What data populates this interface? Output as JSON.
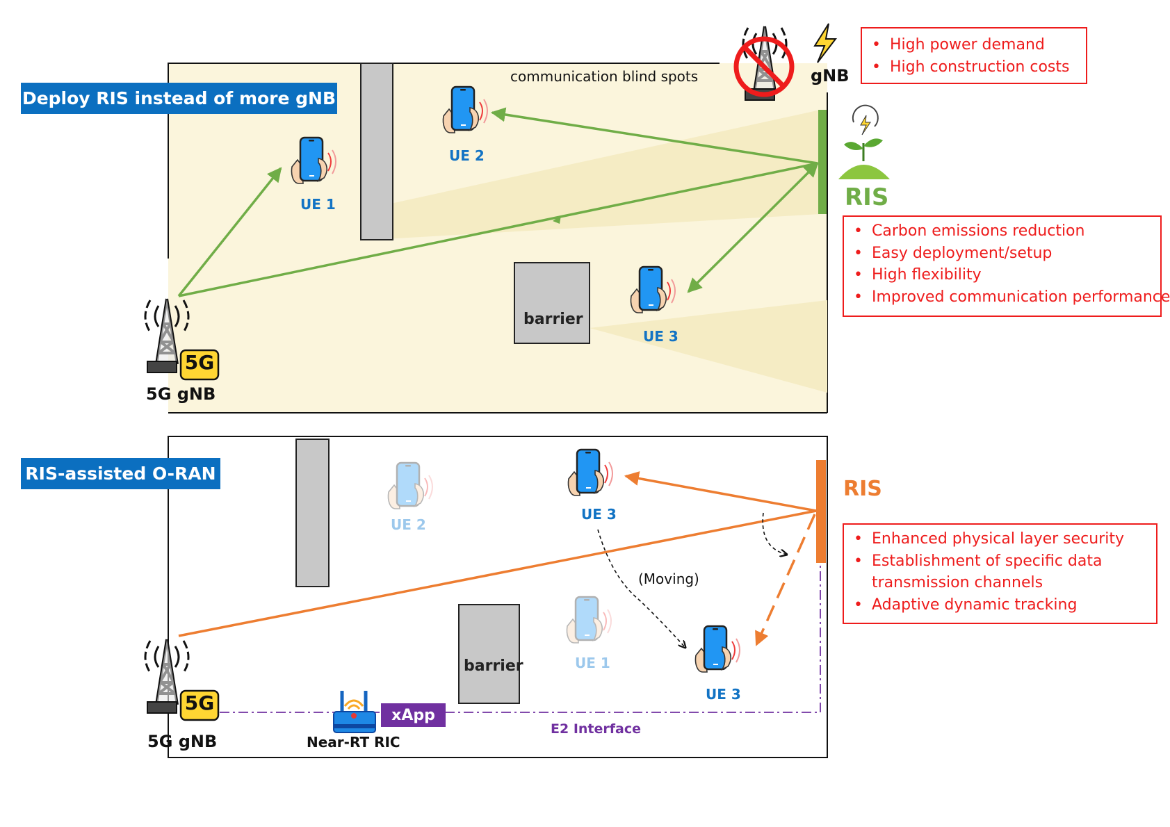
{
  "top_panel": {
    "title": "Deploy RIS instead of more gNB",
    "blind_spots_label": "communication blind spots",
    "gnb_crossed_label": "gNB",
    "gnb_drawbacks": [
      "High power demand",
      "High construction costs"
    ],
    "ris_label": "RIS",
    "ris_benefits": [
      "Carbon emissions reduction",
      "Easy deployment/setup",
      "High flexibility",
      "Improved communication performance"
    ],
    "ue_labels": {
      "ue1": "UE 1",
      "ue2": "UE 2",
      "ue3": "UE 3"
    },
    "barrier_label": "barrier",
    "bs_label": "5G gNB",
    "bs_badge": "5G"
  },
  "bottom_panel": {
    "title": "RIS-assisted O-RAN",
    "ris_label": "RIS",
    "ris_benefits": [
      "Enhanced physical layer security",
      "Establishment of specific data",
      "transmission channels",
      "Adaptive dynamic tracking"
    ],
    "ue_labels": {
      "ue2_faded": "UE 2",
      "ue1_faded": "UE 1",
      "ue3_before": "UE 3",
      "ue3_after": "UE 3"
    },
    "moving_label": "(Moving)",
    "barrier_label": "barrier",
    "bs_label": "5G gNB",
    "bs_badge": "5G",
    "ric_label": "Near-RT RIC",
    "xapp_label": "xApp",
    "e2_label": "E2 Interface"
  },
  "colors": {
    "title_bg": "#0b6fc0",
    "panel_fill": "#fbf5dc",
    "beam_fill": "#f5ecc4",
    "green_link": "#70ad47",
    "orange_link": "#ed7d31",
    "red_text": "#ee1c1c",
    "purple": "#7030a0",
    "ue_blue": "#1273c4",
    "phone_blue": "#2196f3",
    "wall_gray": "#c8c8c8"
  },
  "icons": [
    "tower-icon",
    "no-tower-icon",
    "lightning-icon",
    "ris-plant-icon",
    "smartphone-icon",
    "router-icon"
  ]
}
